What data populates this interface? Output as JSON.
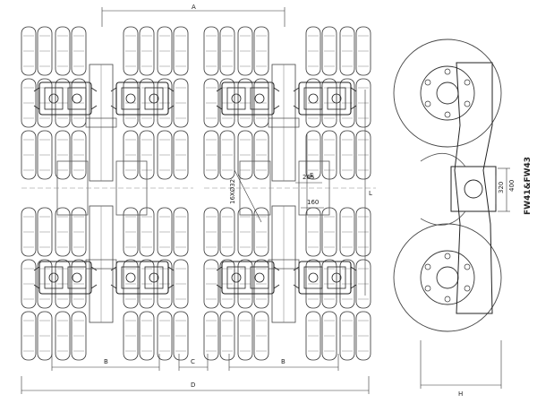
{
  "drawing": {
    "model_label": "FW41&FW43",
    "dimensions": {
      "a": "A",
      "b_left": "B",
      "b_right": "B",
      "c": "C",
      "d": "D",
      "e": "E",
      "l": "L",
      "h": "H",
      "v265": "265",
      "v160": "160",
      "v400": "400",
      "v320": "320",
      "bolt_spec": "16XØ32"
    }
  }
}
